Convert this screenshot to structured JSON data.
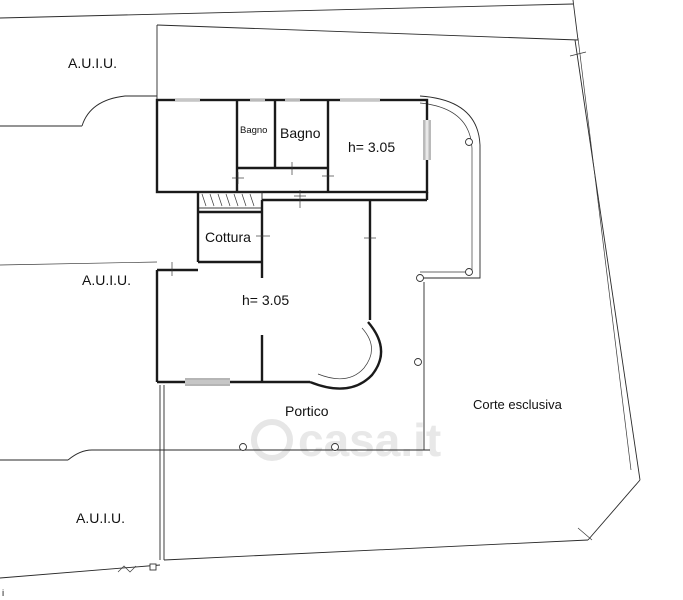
{
  "rooms": {
    "auiu_top": "A.U.I.U.",
    "auiu_mid": "A.U.I.U.",
    "auiu_bottom": "A.U.I.U.",
    "bagno_small": "Bagno",
    "bagno": "Bagno",
    "height_top": "h= 3.05",
    "cottura": "Cottura",
    "height_main": "h= 3.05",
    "portico": "Portico",
    "corte": "Corte esclusiva"
  },
  "watermark": "casa.it",
  "corner_mark": "i",
  "colors": {
    "line": "#1a1a1a",
    "background": "#ffffff",
    "watermark": "#e6e6e6"
  }
}
